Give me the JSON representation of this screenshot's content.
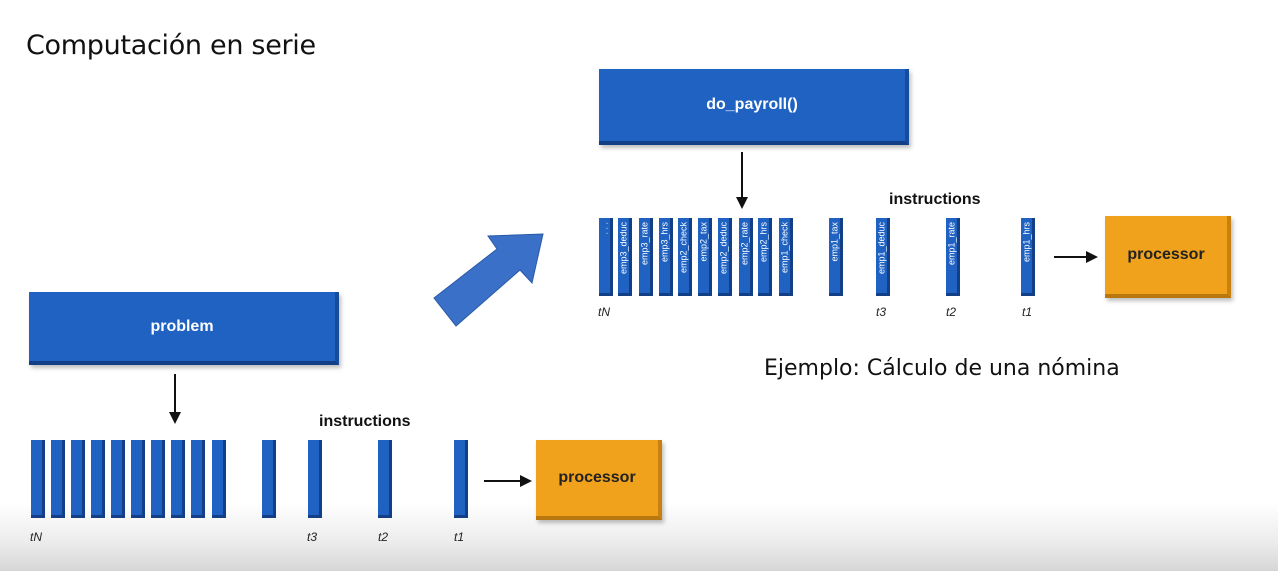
{
  "title": "Computación en serie",
  "caption": "Ejemplo: Cálculo de una nómina",
  "left": {
    "problem_label": "problem",
    "instructions_label": "instructions",
    "processor_label": "processor",
    "ticks": {
      "tN": "tN",
      "t3": "t3",
      "t2": "t2",
      "t1": "t1"
    }
  },
  "right": {
    "function_label": "do_payroll()",
    "instructions_label": "instructions",
    "processor_label": "processor",
    "ticks": {
      "tN": "tN",
      "t3": "t3",
      "t2": "t2",
      "t1": "t1"
    },
    "bars": [
      ". . .",
      "emp3_deduc",
      "emp3_rate",
      "emp3_hrs",
      "emp2_check",
      "emp2_tax",
      "emp2_deduc",
      "emp2_rate",
      "emp2_hrs",
      "emp1_check",
      "emp1_tax",
      "emp1_deduc",
      "emp1_rate",
      "emp1_hrs"
    ]
  },
  "colors": {
    "block": "#1f62c2",
    "processor": "#f0a21c",
    "arrow": "#3a70c8"
  }
}
